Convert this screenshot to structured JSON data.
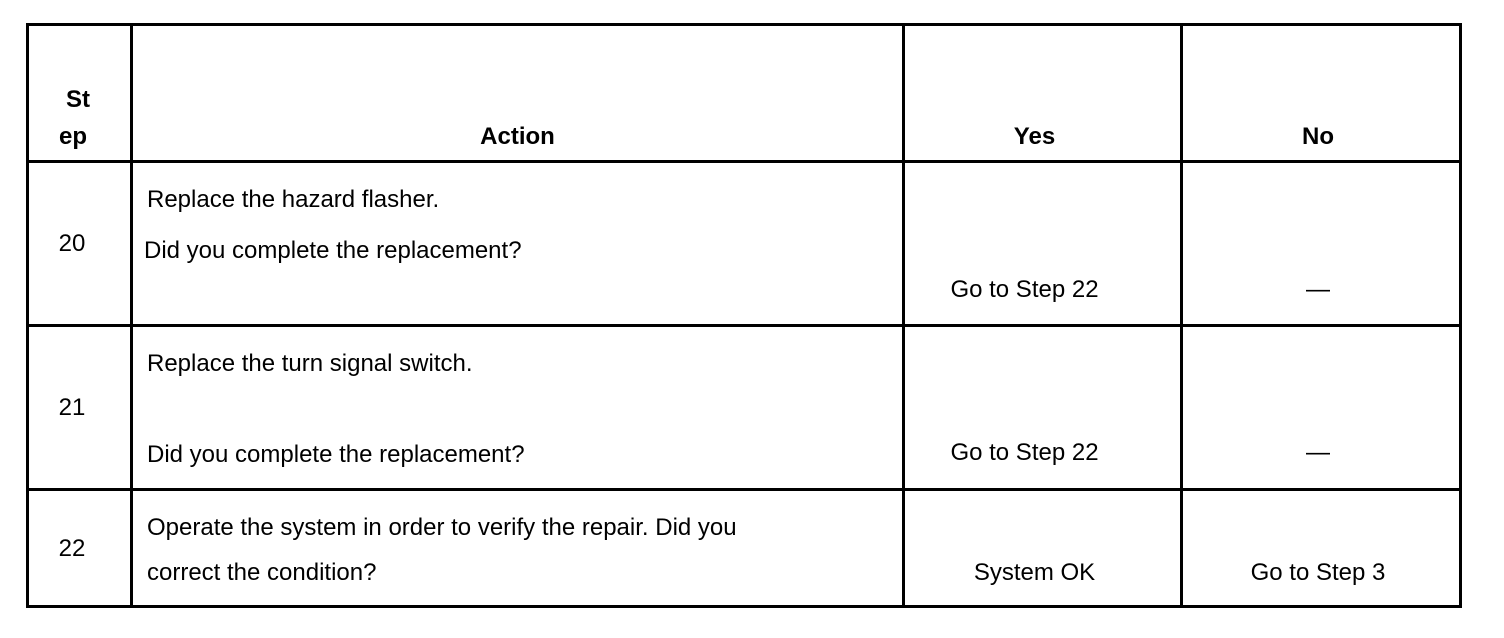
{
  "header": {
    "step_line1": "St",
    "step_line2": "ep",
    "action": "Action",
    "yes": "Yes",
    "no": "No"
  },
  "rows": [
    {
      "step": "20",
      "action_line1": "Replace the hazard flasher.",
      "action_line2": "Did you complete the replacement?",
      "yes": "Go to Step 22",
      "no": "—"
    },
    {
      "step": "21",
      "action_line1": "Replace the turn signal switch.",
      "action_line2": "Did you complete the replacement?",
      "yes": "Go to Step 22",
      "no": "—"
    },
    {
      "step": "22",
      "action_line1": "Operate the system in order to verify the repair. Did you",
      "action_line2": "correct the condition?",
      "yes": "System OK",
      "no": "Go to Step 3"
    }
  ]
}
